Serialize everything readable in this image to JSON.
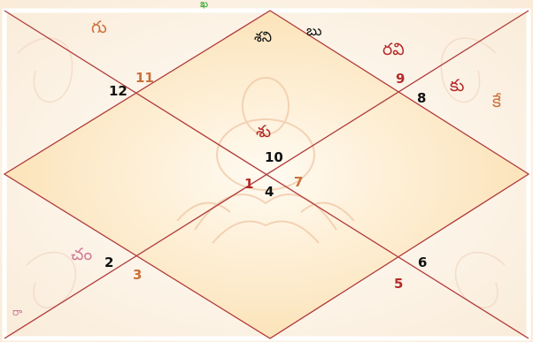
{
  "colors": {
    "background": "#fdf3e8",
    "diamond_fill": "#fbe2b6",
    "border": "#ffffff",
    "line": "#b03a3a",
    "dark_text": "#111111",
    "red_text": "#b52a2a",
    "orange_text": "#c9703a",
    "pink_text": "#d07a98",
    "green_mark": "#2fa52f"
  },
  "houses": [
    {
      "id": "h1",
      "number": "1",
      "color": "red_text"
    },
    {
      "id": "h2",
      "number": "2",
      "color": "dark_text"
    },
    {
      "id": "h3",
      "number": "3",
      "color": "orange_text"
    },
    {
      "id": "h4",
      "number": "4",
      "color": "dark_text"
    },
    {
      "id": "h5",
      "number": "5",
      "color": "red_text"
    },
    {
      "id": "h6",
      "number": "6",
      "color": "dark_text"
    },
    {
      "id": "h7",
      "number": "7",
      "color": "orange_text"
    },
    {
      "id": "h8",
      "number": "8",
      "color": "dark_text"
    },
    {
      "id": "h9",
      "number": "9",
      "color": "red_text"
    },
    {
      "id": "h10",
      "number": "10",
      "color": "dark_text"
    },
    {
      "id": "h11",
      "number": "11",
      "color": "orange_text"
    },
    {
      "id": "h12",
      "number": "12",
      "color": "dark_text"
    }
  ],
  "planets": [
    {
      "id": "guru",
      "label": "గు",
      "color": "orange_text"
    },
    {
      "id": "shani",
      "label": "శని",
      "color": "dark_text"
    },
    {
      "id": "budha",
      "label": "బు",
      "color": "dark_text"
    },
    {
      "id": "ravi",
      "label": "రవి",
      "color": "red_text"
    },
    {
      "id": "kuja",
      "label": "కు",
      "color": "red_text"
    },
    {
      "id": "ketu",
      "label": "కే",
      "color": "orange_text"
    },
    {
      "id": "shukra",
      "label": "శు",
      "color": "red_text"
    },
    {
      "id": "chandra",
      "label": "చం",
      "color": "pink_text"
    },
    {
      "id": "rahu",
      "label": "రా",
      "color": "pink_text"
    }
  ]
}
